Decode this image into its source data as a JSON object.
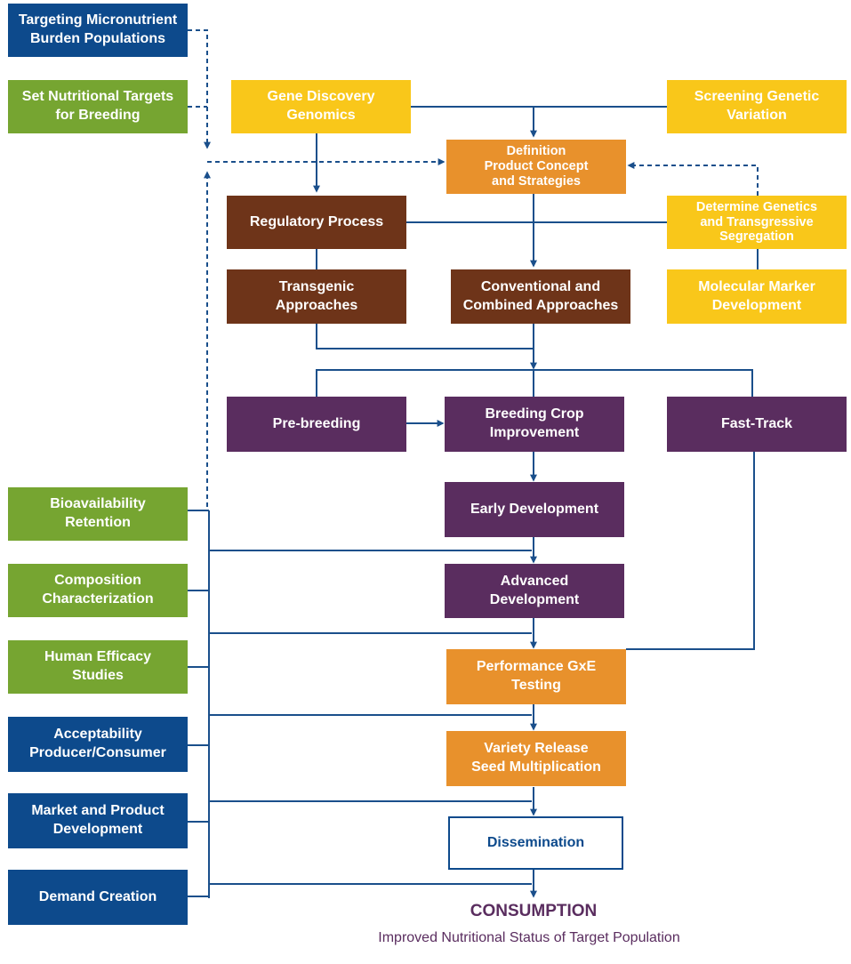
{
  "colors": {
    "navy": "#0d4a8c",
    "green": "#76a531",
    "yellow": "#f9c71a",
    "orange": "#e8912c",
    "brown": "#6e3419",
    "purple": "#5a2d5f",
    "connector": "#1a4f8b"
  },
  "left_column": {
    "targeting": [
      "Targeting Micronutrient",
      "Burden Populations"
    ],
    "nutritional_targets": [
      "Set Nutritional Targets",
      "for Breeding"
    ],
    "bioavailability": [
      "Bioavailability",
      "Retention"
    ],
    "composition": [
      "Composition",
      "Characterization"
    ],
    "human_efficacy": [
      "Human Efficacy",
      "Studies"
    ],
    "acceptability": [
      "Acceptability",
      "Producer/Consumer"
    ],
    "market": [
      "Market and Product",
      "Development"
    ],
    "demand": [
      "Demand Creation"
    ]
  },
  "top_row": {
    "gene_discovery": [
      "Gene Discovery",
      "Genomics"
    ],
    "screening": [
      "Screening Genetic",
      "Variation"
    ],
    "definition": [
      "Definition",
      "Product Concept",
      "and Strategies"
    ]
  },
  "middle": {
    "regulatory": [
      "Regulatory Process"
    ],
    "determine_genetics": [
      "Determine Genetics",
      "and Transgressive",
      "Segregation"
    ],
    "transgenic": [
      "Transgenic",
      "Approaches"
    ],
    "conventional": [
      "Conventional and",
      "Combined Approaches"
    ],
    "molecular_marker": [
      "Molecular Marker",
      "Development"
    ]
  },
  "breeding": {
    "pre_breeding": [
      "Pre-breeding"
    ],
    "crop_improvement": [
      "Breeding Crop",
      "Improvement"
    ],
    "fast_track": [
      "Fast-Track"
    ],
    "early_development": [
      "Early Development"
    ],
    "advanced_development": [
      "Advanced",
      "Development"
    ]
  },
  "pipeline": {
    "performance": [
      "Performance GxE",
      "Testing"
    ],
    "variety_release": [
      "Variety Release",
      "Seed Multiplication"
    ],
    "dissemination": [
      "Dissemination"
    ]
  },
  "footer": {
    "title": "CONSUMPTION",
    "subtitle": "Improved Nutritional Status of Target Population"
  }
}
